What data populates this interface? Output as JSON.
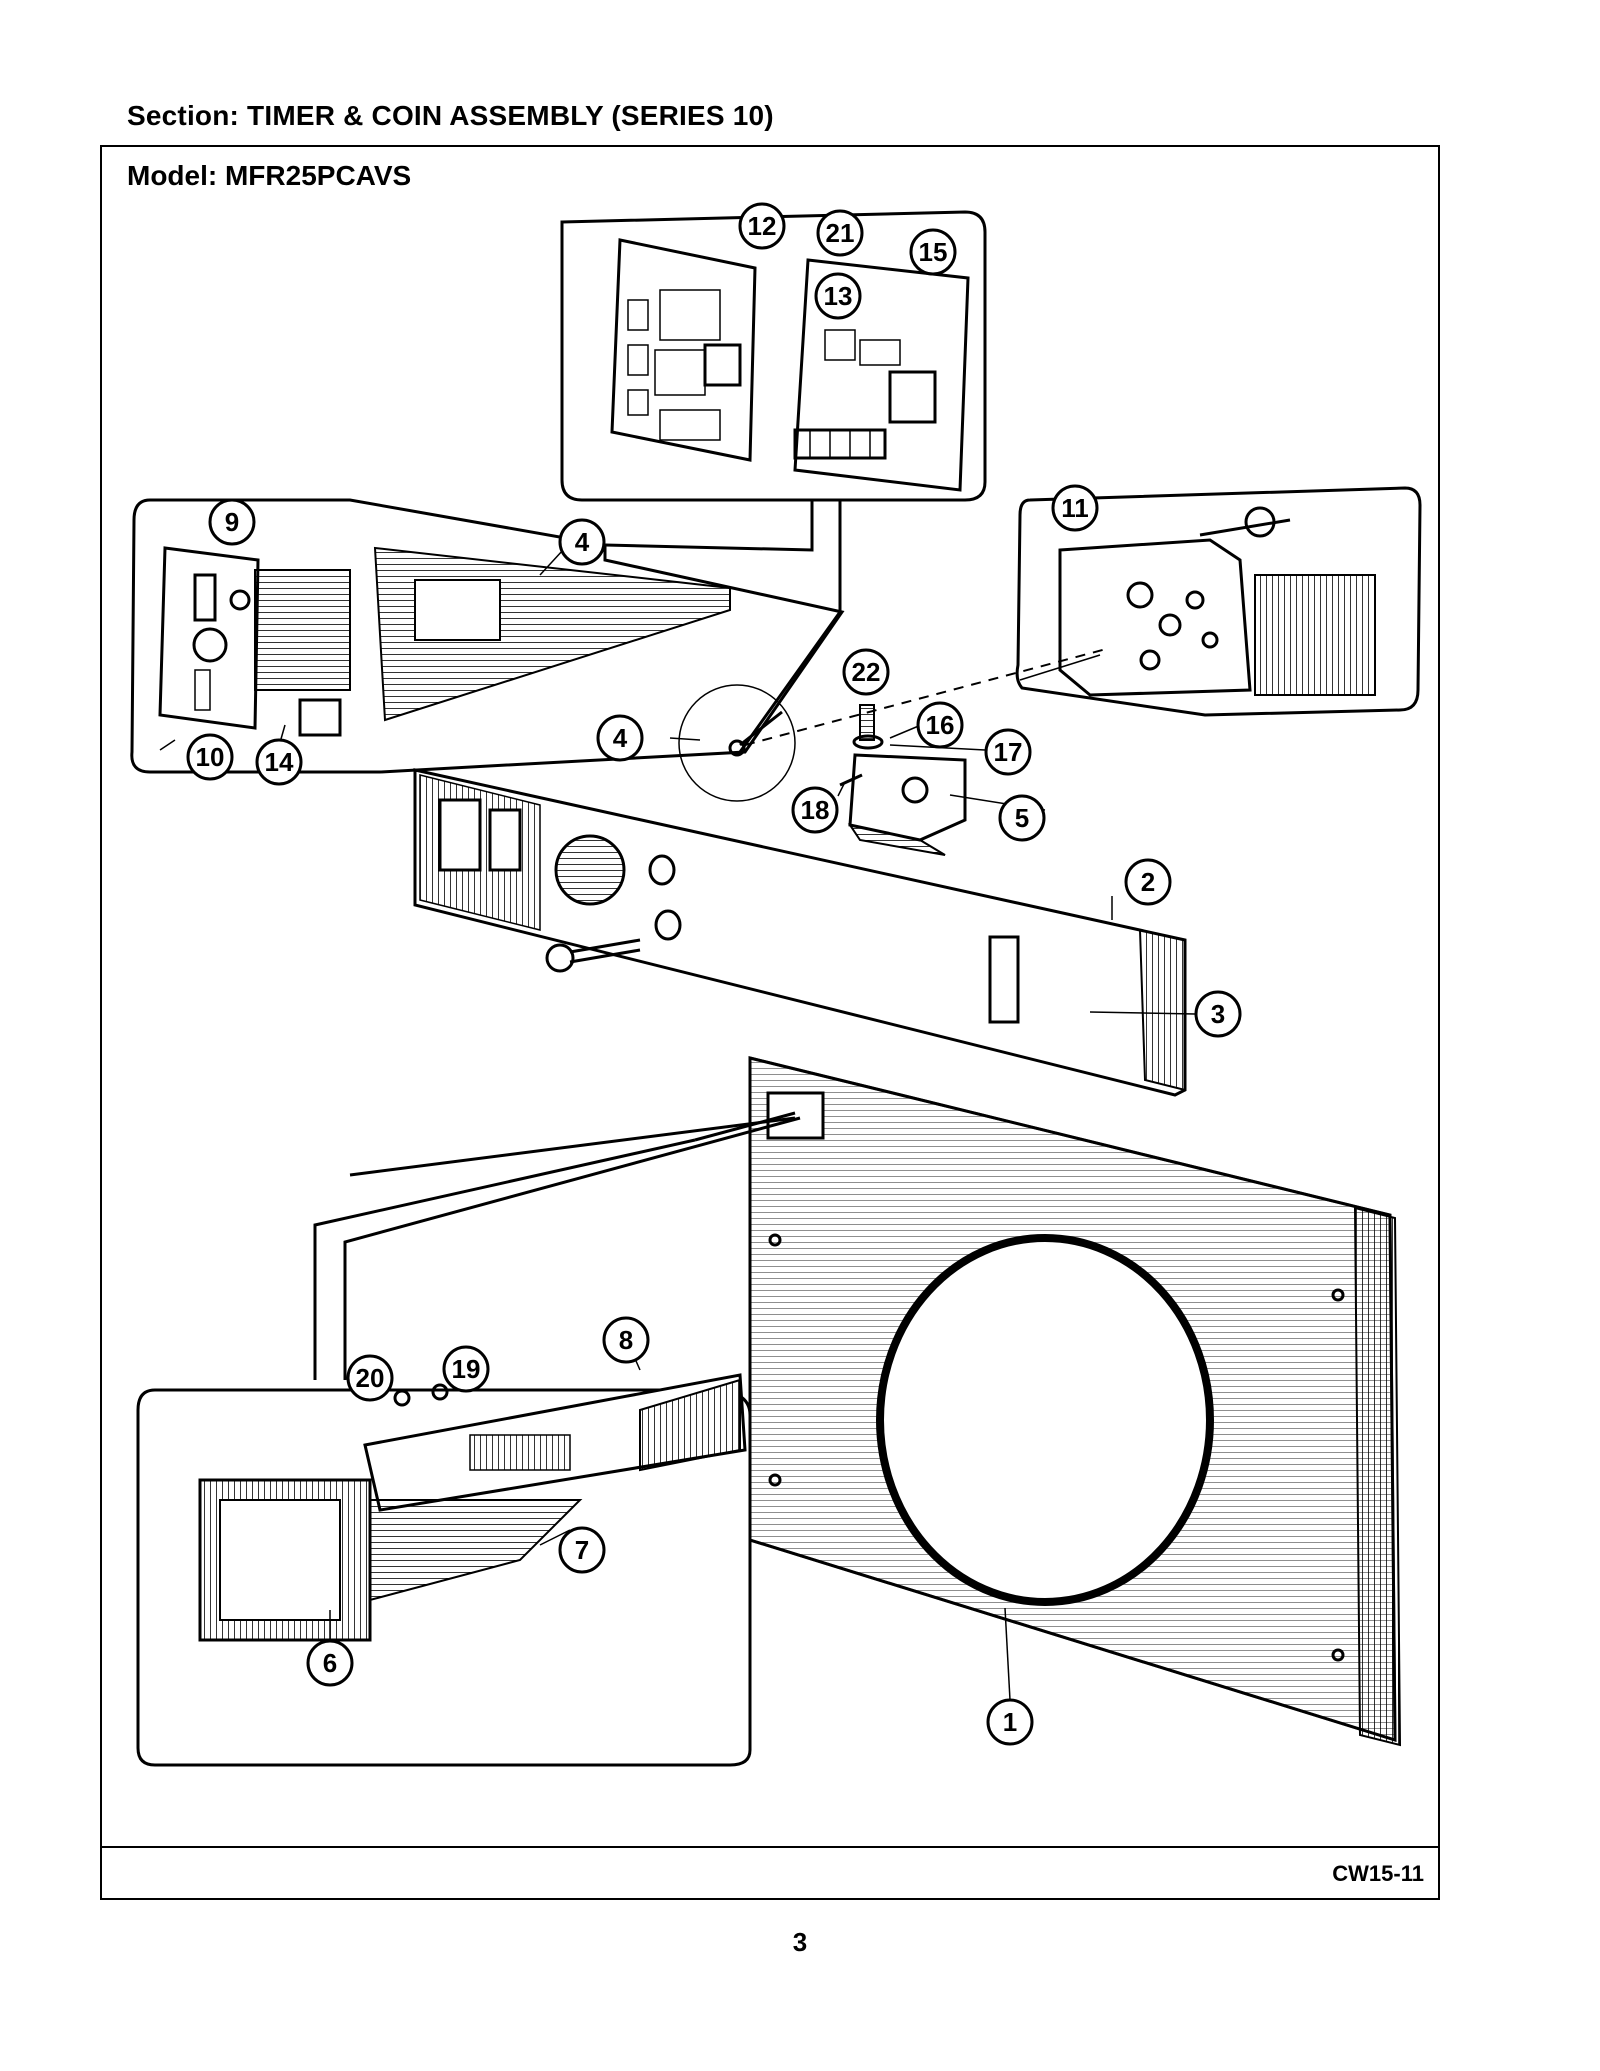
{
  "section_title": "Section:  TIMER & COIN ASSEMBLY (SERIES 10)",
  "model_title": "Model:  MFR25PCAVS",
  "diagram_code": "CW15-11",
  "page_number": "3",
  "callouts": {
    "c1": "1",
    "c2": "2",
    "c3": "3",
    "c4a": "4",
    "c4b": "4",
    "c5": "5",
    "c6": "6",
    "c7": "7",
    "c8": "8",
    "c9": "9",
    "c10": "10",
    "c11": "11",
    "c12": "12",
    "c13": "13",
    "c14": "14",
    "c15": "15",
    "c16": "16",
    "c17": "17",
    "c18": "18",
    "c19": "19",
    "c20": "20",
    "c21": "21",
    "c22": "22"
  }
}
